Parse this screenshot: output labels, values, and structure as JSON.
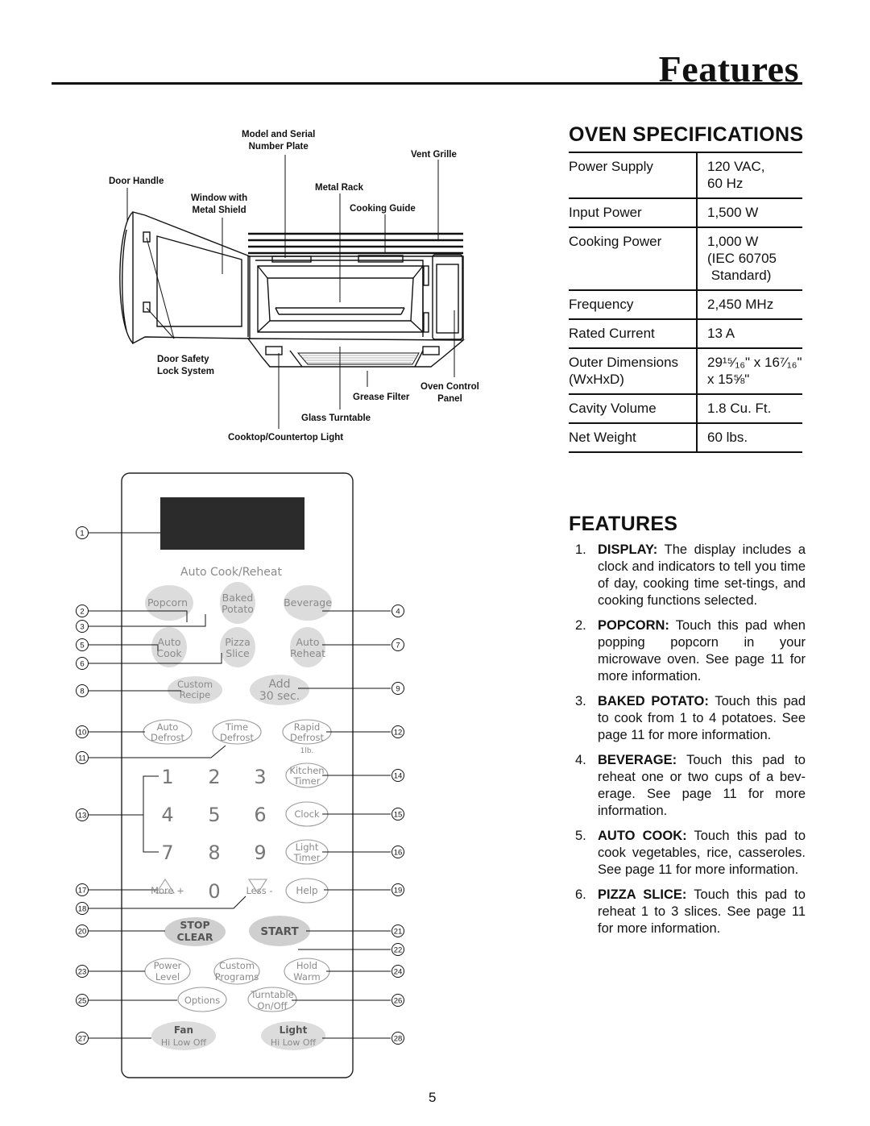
{
  "header": {
    "title": "Features",
    "page_number": "5"
  },
  "oven_diagram": {
    "labels": {
      "model_serial_line1": "Model and Serial",
      "model_serial_line2": "Number Plate",
      "vent_grille": "Vent Grille",
      "door_handle": "Door Handle",
      "metal_rack": "Metal Rack",
      "window_line1": "Window with",
      "window_line2": "Metal Shield",
      "cooking_guide": "Cooking Guide",
      "door_safety_line1": "Door Safety",
      "door_safety_line2": "Lock System",
      "oven_control_line1": "Oven Control",
      "oven_control_line2": "Panel",
      "grease_filter": "Grease Filter",
      "glass_turntable": "Glass Turntable",
      "cooktop_light": "Cooktop/Countertop Light"
    }
  },
  "control_panel": {
    "header_label": "Auto Cook/Reheat",
    "pads": {
      "popcorn": "Popcorn",
      "baked1": "Baked",
      "baked2": "Potato",
      "beverage": "Beverage",
      "autocook1": "Auto",
      "autocook2": "Cook",
      "pizza1": "Pizza",
      "pizza2": "Slice",
      "autoreheat1": "Auto",
      "autoreheat2": "Reheat",
      "custom1": "Custom",
      "custom2": "Recipe",
      "add1": "Add",
      "add2": "30 sec.",
      "autodefrost1": "Auto",
      "autodefrost2": "Defrost",
      "timedefrost1": "Time",
      "timedefrost2": "Defrost",
      "rapid1": "Rapid",
      "rapid2": "Defrost",
      "rapid3": "1lb.",
      "kitchen1": "Kitchen",
      "kitchen2": "Timer",
      "clock": "Clock",
      "light1": "Light",
      "light2": "Timer",
      "more": "More +",
      "less": "Less -",
      "help": "Help",
      "stop1": "STOP",
      "stop2": "CLEAR",
      "start": "START",
      "power1": "Power",
      "power2": "Level",
      "customprog1": "Custom",
      "customprog2": "Programs",
      "hold1": "Hold",
      "hold2": "Warm",
      "options": "Options",
      "turntable1": "Turntable",
      "turntable2": "On/Off",
      "fan1": "Fan",
      "fan2": "Hi Low Off",
      "lightsw1": "Light",
      "lightsw2": "Hi Low Off"
    },
    "digits": [
      "1",
      "2",
      "3",
      "4",
      "5",
      "6",
      "7",
      "8",
      "9",
      "0"
    ],
    "callouts": [
      "1",
      "2",
      "3",
      "4",
      "5",
      "6",
      "7",
      "8",
      "9",
      "10",
      "11",
      "12",
      "13",
      "14",
      "15",
      "16",
      "17",
      "18",
      "19",
      "20",
      "21",
      "22",
      "23",
      "24",
      "25",
      "26",
      "27",
      "28"
    ]
  },
  "oven_specifications": {
    "title": "OVEN SPECIFICATIONS",
    "rows": [
      {
        "label": "Power Supply",
        "value": "120 VAC,",
        "value2": "60 Hz"
      },
      {
        "label": "Input Power",
        "value": "1,500 W"
      },
      {
        "label": "Cooking Power",
        "value": "1,000 W",
        "value2": "(IEC 60705",
        "value3": " Standard)"
      },
      {
        "label": "Frequency",
        "value": "2,450 MHz"
      },
      {
        "label": "Rated Current",
        "value": "13 A"
      },
      {
        "label": "Outer Dimensions",
        "label2": "(WxHxD)",
        "value": "29¹⁵⁄₁₆\" x 16⁷⁄₁₆\"",
        "value2": "x 15⅝\""
      },
      {
        "label": "Cavity Volume",
        "value": "1.8 Cu. Ft."
      },
      {
        "label": "Net Weight",
        "value": "60 lbs."
      }
    ]
  },
  "features": {
    "title": "FEATURES",
    "items": [
      {
        "num": "1.",
        "term": "DISPLAY:",
        "text": " The display includes a clock and indicators to tell you time of day, cooking time set-tings, and cooking functions selected."
      },
      {
        "num": "2.",
        "term": "POPCORN:",
        "text": " Touch this pad when popping popcorn in your microwave oven. See page 11 for more information."
      },
      {
        "num": "3.",
        "term": "BAKED POTATO:",
        "text": " Touch this pad to cook from 1 to 4 potatoes. See page 11 for more information."
      },
      {
        "num": "4.",
        "term": "BEVERAGE:",
        "text": " Touch this pad to reheat one or two cups of a bev-erage. See page 11 for more information."
      },
      {
        "num": "5.",
        "term": "AUTO COOK:",
        "text": " Touch this pad to cook vegetables, rice, casseroles. See page 11 for more information."
      },
      {
        "num": "6.",
        "term": "PIZZA SLICE:",
        "text": " Touch this pad to reheat 1 to 3 slices. See page 11 for more information."
      }
    ]
  }
}
